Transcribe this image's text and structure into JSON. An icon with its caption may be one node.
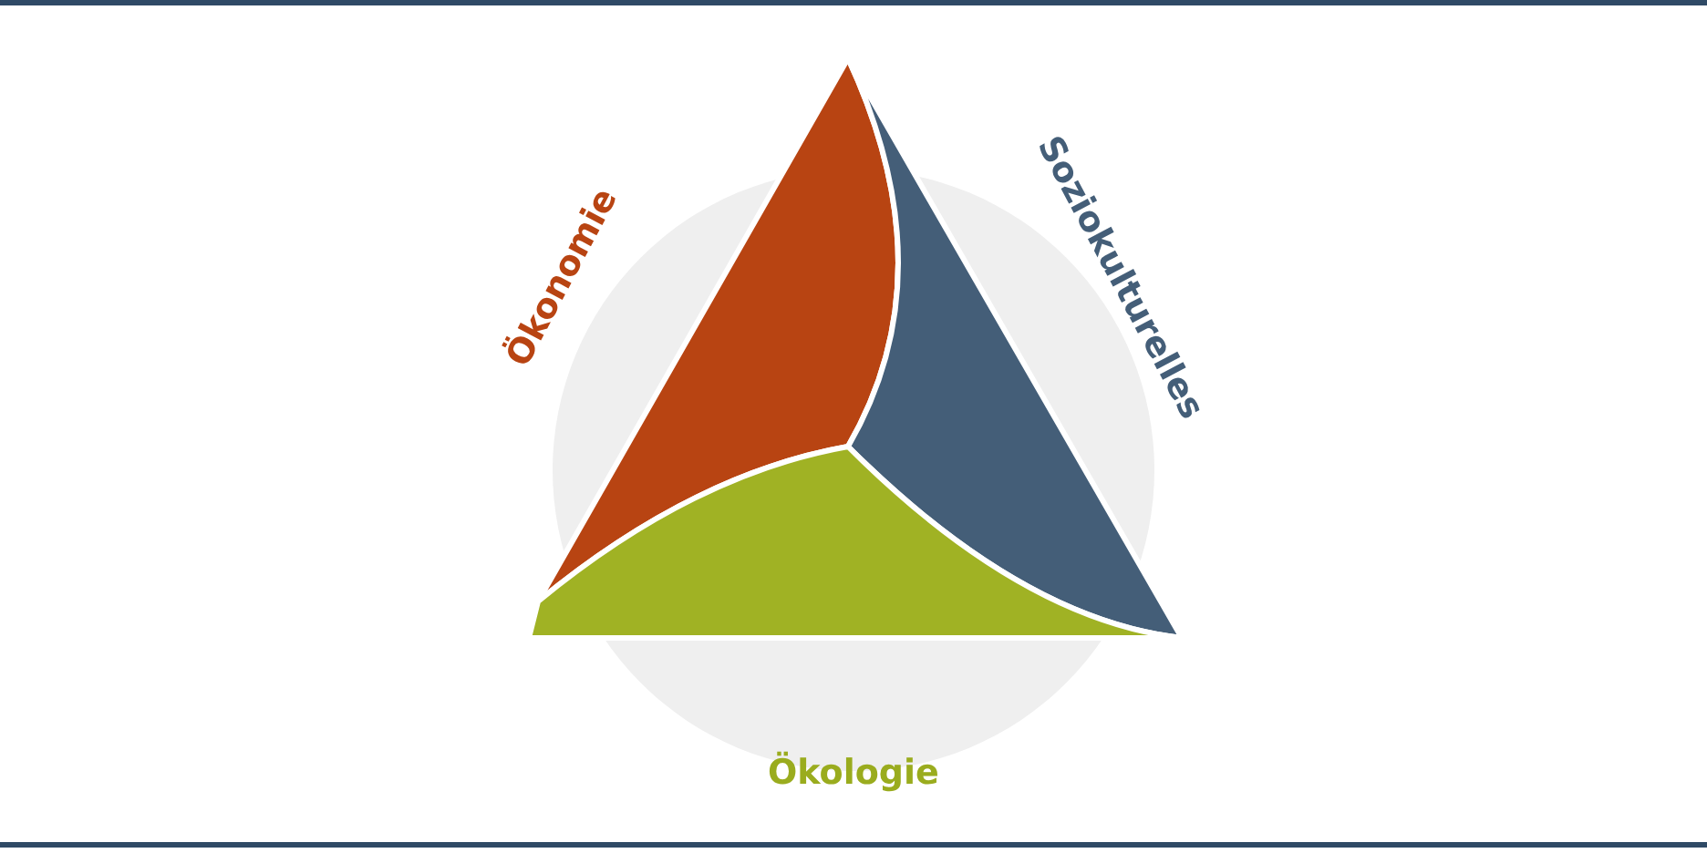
{
  "diagram": {
    "labels": [
      "Ökonomie",
      "Soziokulturelles",
      "Ökologie"
    ]
  }
}
